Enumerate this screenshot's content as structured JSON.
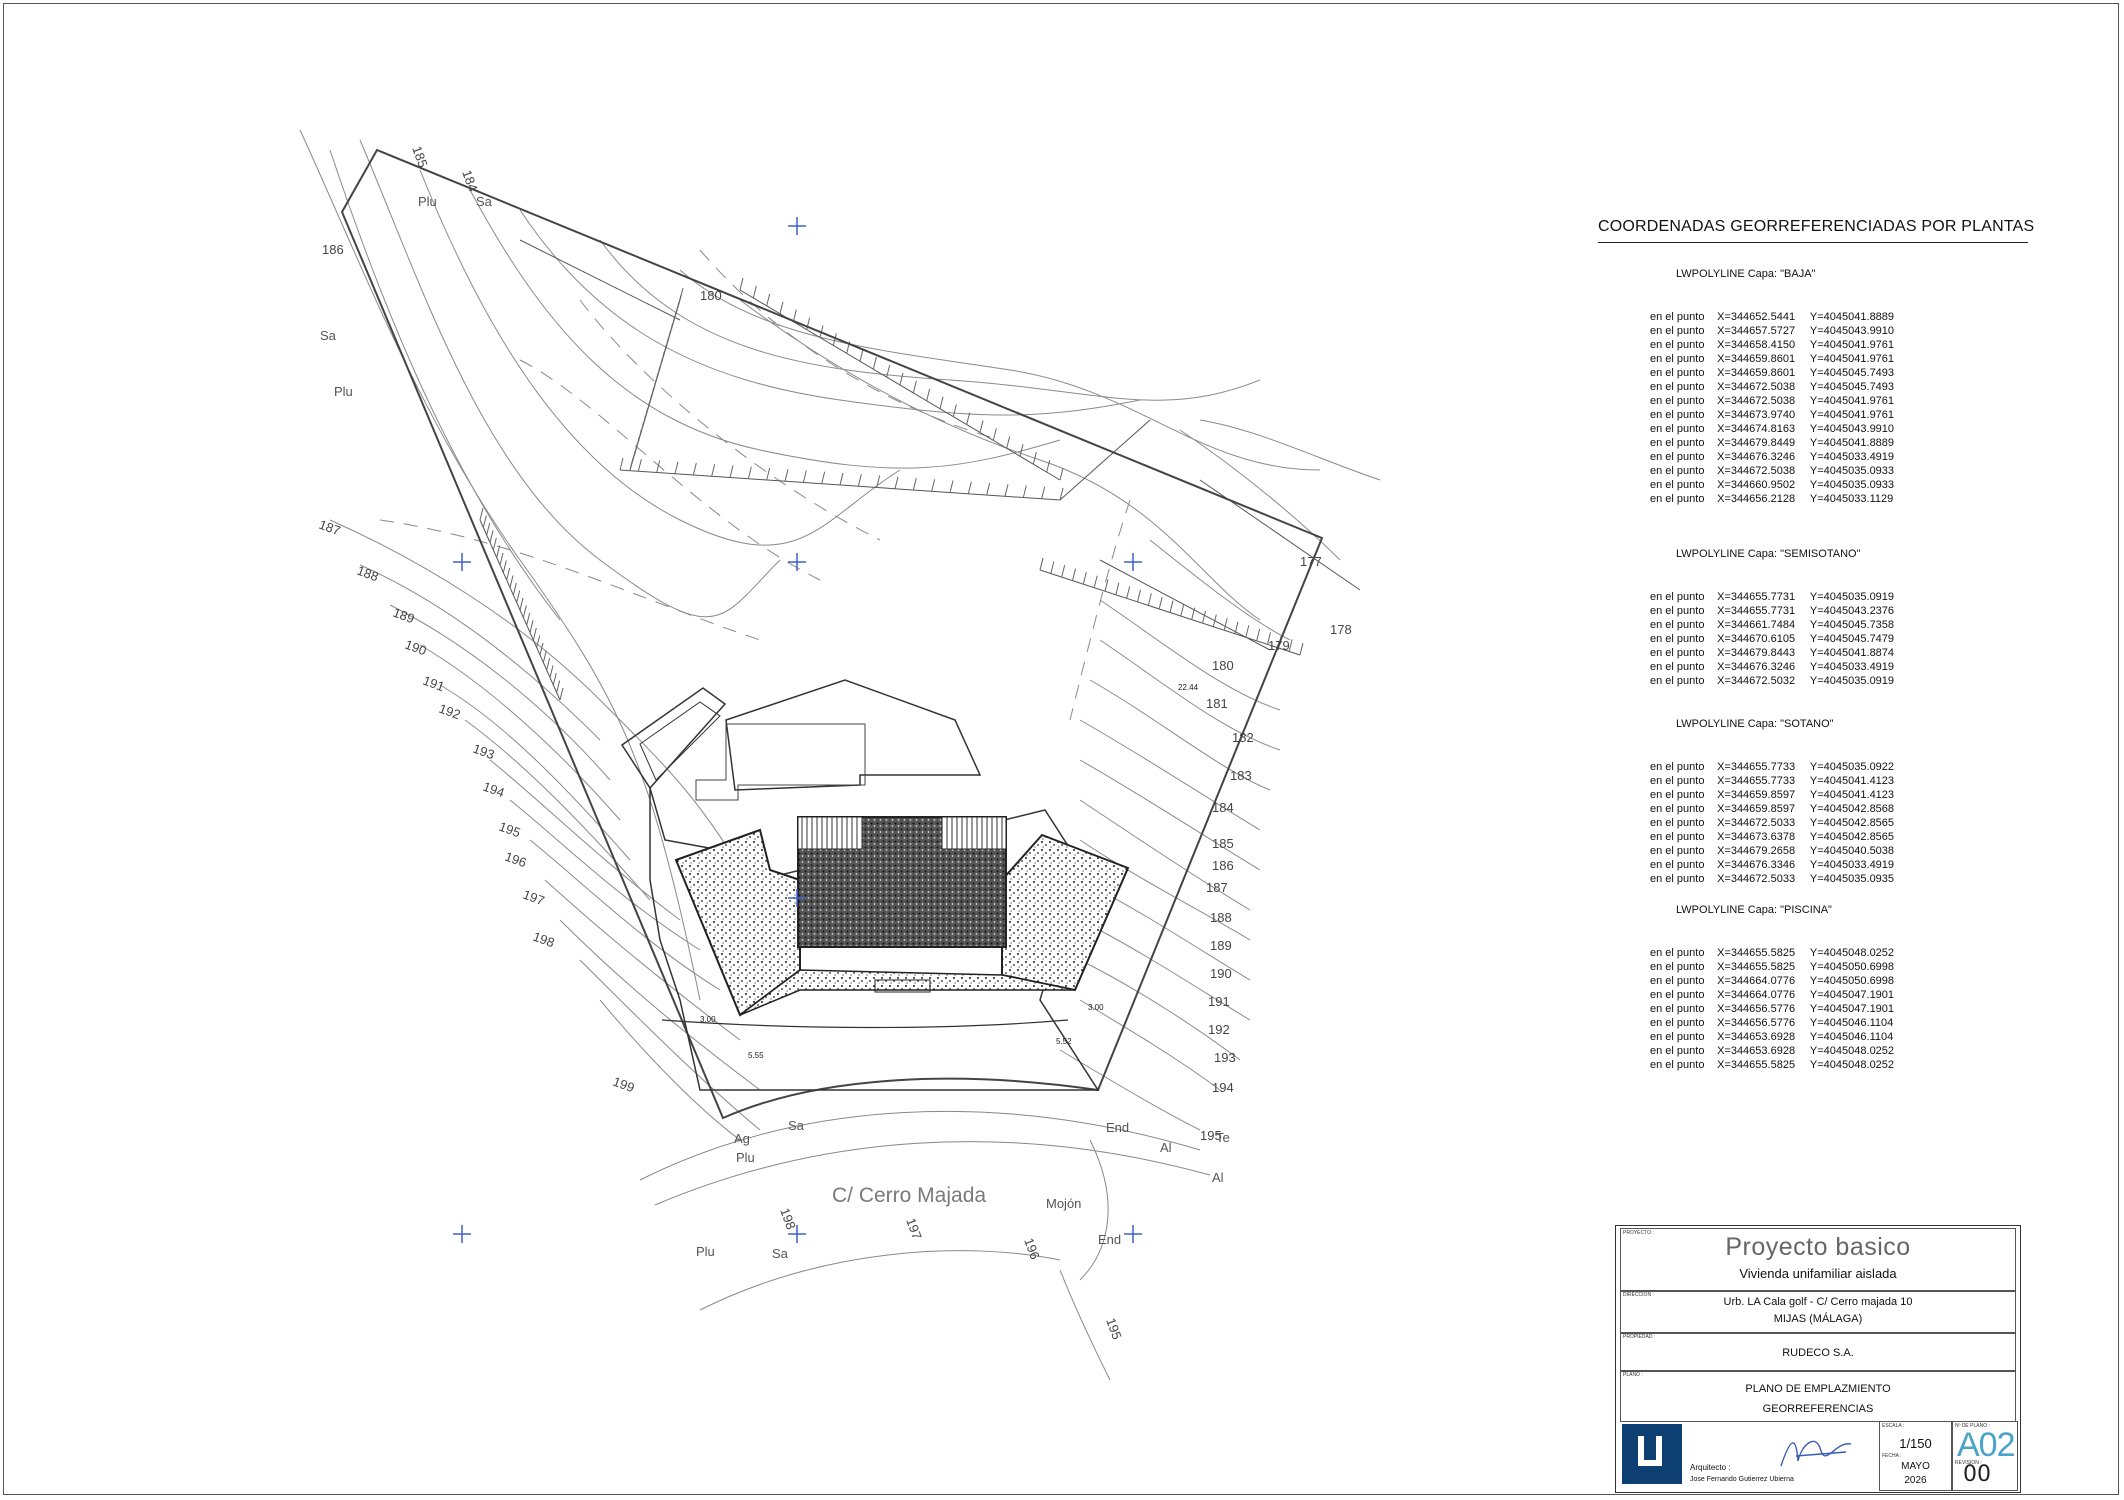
{
  "coordinates": {
    "title": "COORDENADAS GEORREFERENCIADAS  POR PLANTAS",
    "layers": [
      {
        "title": "LWPOLYLINE  Capa: \"BAJA\"",
        "points": [
          {
            "label": "en el punto",
            "x": "X=344652.5441",
            "y": "Y=4045041.8889"
          },
          {
            "label": "en el punto",
            "x": "X=344657.5727",
            "y": "Y=4045043.9910"
          },
          {
            "label": "en el punto",
            "x": "X=344658.4150",
            "y": "Y=4045041.9761"
          },
          {
            "label": "en el punto",
            "x": "X=344659.8601",
            "y": "Y=4045041.9761"
          },
          {
            "label": "en el punto",
            "x": "X=344659.8601",
            "y": "Y=4045045.7493"
          },
          {
            "label": "en el punto",
            "x": "X=344672.5038",
            "y": "Y=4045045.7493"
          },
          {
            "label": "en el punto",
            "x": "X=344672.5038",
            "y": "Y=4045041.9761"
          },
          {
            "label": "en el punto",
            "x": "X=344673.9740",
            "y": "Y=4045041.9761"
          },
          {
            "label": "en el punto",
            "x": "X=344674.8163",
            "y": "Y=4045043.9910"
          },
          {
            "label": "en el punto",
            "x": "X=344679.8449",
            "y": "Y=4045041.8889"
          },
          {
            "label": "en el punto",
            "x": "X=344676.3246",
            "y": "Y=4045033.4919"
          },
          {
            "label": "en el punto",
            "x": "X=344672.5038",
            "y": "Y=4045035.0933"
          },
          {
            "label": "en el punto",
            "x": "X=344660.9502",
            "y": "Y=4045035.0933"
          },
          {
            "label": "en el punto",
            "x": "X=344656.2128",
            "y": "Y=4045033.1129"
          }
        ]
      },
      {
        "title": "LWPOLYLINE  Capa: \"SEMISOTANO\"",
        "points": [
          {
            "label": "en el punto",
            "x": "X=344655.7731",
            "y": "Y=4045035.0919"
          },
          {
            "label": "en el punto",
            "x": "X=344655.7731",
            "y": "Y=4045043.2376"
          },
          {
            "label": "en el punto",
            "x": "X=344661.7484",
            "y": "Y=4045045.7358"
          },
          {
            "label": "en el punto",
            "x": "X=344670.6105",
            "y": "Y=4045045.7479"
          },
          {
            "label": "en el punto",
            "x": "X=344679.8443",
            "y": "Y=4045041.8874"
          },
          {
            "label": "en el punto",
            "x": "X=344676.3246",
            "y": "Y=4045033.4919"
          },
          {
            "label": "en el punto",
            "x": "X=344672.5032",
            "y": "Y=4045035.0919"
          }
        ]
      },
      {
        "title": "LWPOLYLINE  Capa: \"SOTANO\"",
        "points": [
          {
            "label": "en el punto",
            "x": "X=344655.7733",
            "y": "Y=4045035.0922"
          },
          {
            "label": "en el punto",
            "x": "X=344655.7733",
            "y": "Y=4045041.4123"
          },
          {
            "label": "en el punto",
            "x": "X=344659.8597",
            "y": "Y=4045041.4123"
          },
          {
            "label": "en el punto",
            "x": "X=344659.8597",
            "y": "Y=4045042.8568"
          },
          {
            "label": "en el punto",
            "x": "X=344672.5033",
            "y": "Y=4045042.8565"
          },
          {
            "label": "en el punto",
            "x": "X=344673.6378",
            "y": "Y=4045042.8565"
          },
          {
            "label": "en el punto",
            "x": "X=344679.2658",
            "y": "Y=4045040.5038"
          },
          {
            "label": "en el punto",
            "x": "X=344676.3346",
            "y": "Y=4045033.4919"
          },
          {
            "label": "en el punto",
            "x": "X=344672.5033",
            "y": "Y=4045035.0935"
          }
        ]
      },
      {
        "title": "LWPOLYLINE  Capa: \"PISCINA\"",
        "points": [
          {
            "label": "en el punto",
            "x": "X=344655.5825",
            "y": "Y=4045048.0252"
          },
          {
            "label": "en el punto",
            "x": "X=344655.5825",
            "y": "Y=4045050.6998"
          },
          {
            "label": "en el punto",
            "x": "X=344664.0776",
            "y": "Y=4045050.6998"
          },
          {
            "label": "en el punto",
            "x": "X=344664.0776",
            "y": "Y=4045047.1901"
          },
          {
            "label": "en el punto",
            "x": "X=344656.5776",
            "y": "Y=4045047.1901"
          },
          {
            "label": "en el punto",
            "x": "X=344656.5776",
            "y": "Y=4045046.1104"
          },
          {
            "label": "en el punto",
            "x": "X=344653.6928",
            "y": "Y=4045046.1104"
          },
          {
            "label": "en el punto",
            "x": "X=344653.6928",
            "y": "Y=4045048.0252"
          },
          {
            "label": "en el punto",
            "x": "X=344655.5825",
            "y": "Y=4045048.0252"
          }
        ]
      }
    ]
  },
  "plan": {
    "street_name": "C/ Cerro Majada",
    "contour_labels": [
      "185",
      "184",
      "186",
      "187",
      "188",
      "189",
      "190",
      "191",
      "192",
      "193",
      "194",
      "195",
      "196",
      "197",
      "198",
      "199",
      "180",
      "177",
      "178",
      "179",
      "180",
      "181",
      "182",
      "183",
      "184",
      "185",
      "186",
      "187",
      "188",
      "189",
      "190",
      "191",
      "192",
      "193",
      "194",
      "195",
      "198",
      "197",
      "196",
      "195"
    ],
    "symbol_labels": [
      "Plu",
      "Sa",
      "Sa",
      "Plu",
      "Plu",
      "Sa",
      "Plu",
      "Sa",
      "Ag",
      "End",
      "Al",
      "Te",
      "Al",
      "Mojón",
      "End"
    ],
    "dimension_labels": [
      "22.44",
      "3.00",
      "3.00",
      "5.55",
      "5.52"
    ]
  },
  "titleblock": {
    "small_labels": {
      "project": "PROYECTO :",
      "address": "DIRECCION :",
      "client": "PROPIEDAD :",
      "plan": "PLANO :",
      "scale": "ESCALA :",
      "date": "FECHA :",
      "sheet": "Nº DE PLANO :",
      "rev": "REVISION :"
    },
    "project_title": "Proyecto basico",
    "project_subtitle": "Vivienda unifamiliar aislada",
    "address_line1": "Urb. LA Cala golf - C/ Cerro majada 10",
    "address_line2": "MIJAS  (MÁLAGA)",
    "client": "RUDECO S.A.",
    "plan_line1": "PLANO DE EMPLAZMIENTO",
    "plan_line2": "GEORREFERENCIAS",
    "architect_label": "Arquitecto :",
    "architect_name": "Jose Fernando Gutierrez Ubierna",
    "scale": "1/150",
    "month": "MAYO",
    "year": "2026",
    "sheet_number": "A02",
    "revision": "00",
    "logo_color": "#0e3f73",
    "sheet_number_color": "#4aa3c8"
  }
}
